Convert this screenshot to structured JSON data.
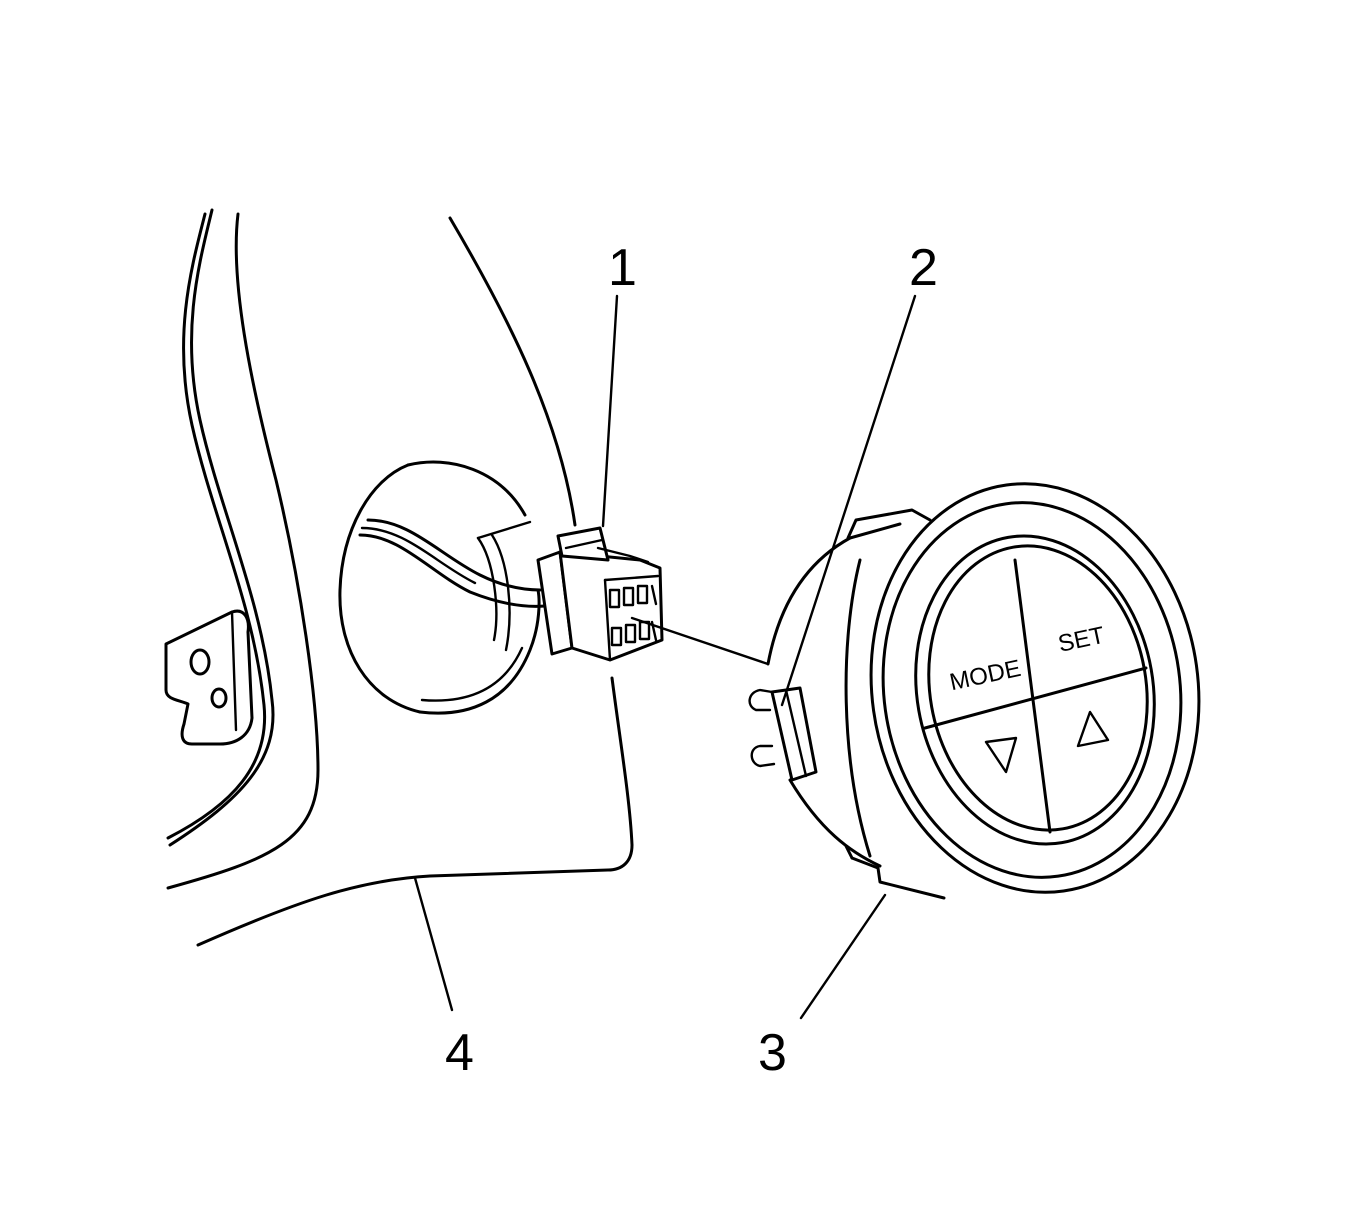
{
  "callouts": {
    "c1": "1",
    "c2": "2",
    "c3": "3",
    "c4": "4"
  },
  "switch_buttons": {
    "mode": "MODE",
    "set": "SET",
    "down_icon": "triangle-down-icon",
    "up_icon": "triangle-up-icon"
  },
  "colors": {
    "line": "#000000",
    "background": "#ffffff"
  }
}
